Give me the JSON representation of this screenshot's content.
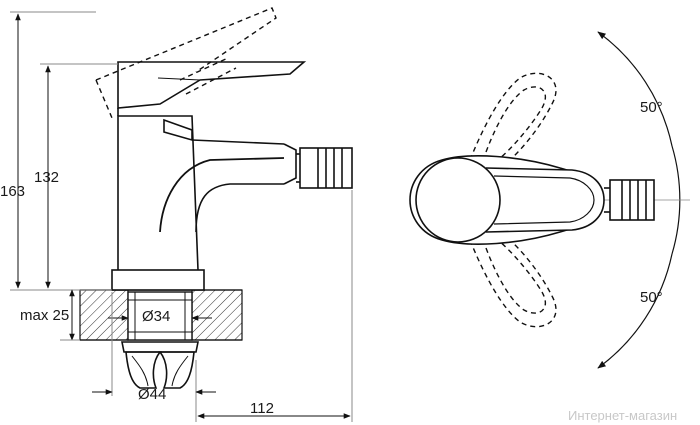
{
  "dimensions": {
    "height_total": "163",
    "height_spout": "132",
    "max_thickness": "max 25",
    "mount_diameter": "Ø34",
    "base_diameter": "Ø44",
    "reach": "112",
    "angle_upper": "50°",
    "angle_lower": "50°"
  },
  "watermark": "Интернет-магазин"
}
